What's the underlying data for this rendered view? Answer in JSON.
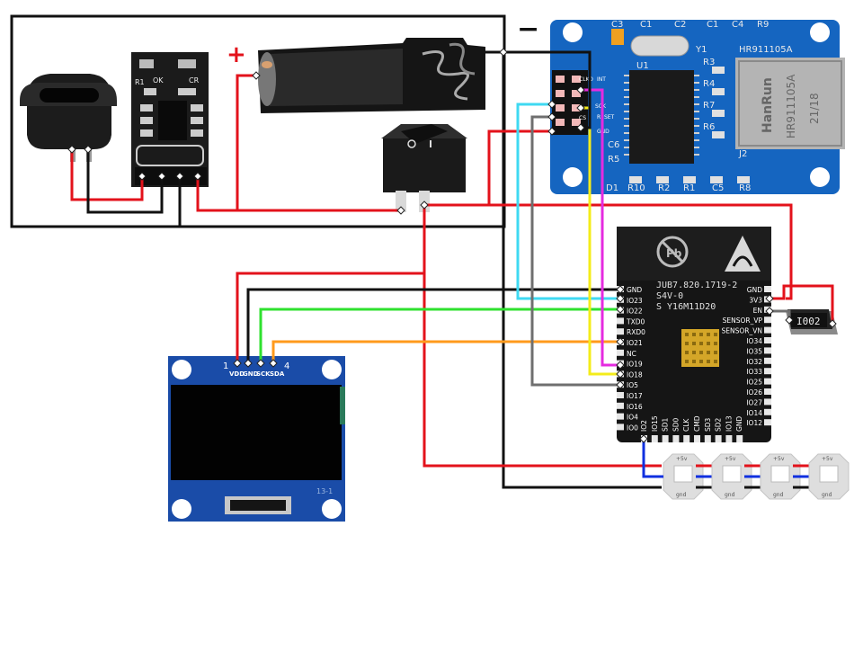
{
  "colors": {
    "red": "#e3121b",
    "black": "#111111",
    "cyan": "#3fd9f2",
    "magenta": "#e52be0",
    "yellow": "#f4ec1a",
    "green": "#2fe12f",
    "orange": "#ff9a1c",
    "gray": "#6f6f6f",
    "blue": "#1030e0",
    "pcb_blue": "#1565c0",
    "esp_black": "#151515"
  },
  "polarity": {
    "plus": "+",
    "minus": "−"
  },
  "charger": {
    "led_labels": [
      "OK",
      "CR"
    ],
    "ref": "R1"
  },
  "ethernet": {
    "top_refs": [
      "C3",
      "C1",
      "C2",
      "C1",
      "C4",
      "R9"
    ],
    "crystal": "Y1",
    "chip_ref": "HR911105A",
    "chip_mark": "U1",
    "right_refs": [
      "R3",
      "R4",
      "R7",
      "R6"
    ],
    "left_refs": [
      "C6",
      "R5"
    ],
    "bottom_refs": [
      "D1",
      "R10",
      "R2",
      "R1",
      "C5",
      "R8"
    ],
    "jack_brand": "HanRun",
    "jack_model": "HR911105A",
    "jack_date": "21/18",
    "jack_ref": "J2",
    "pin_labels": [
      "CLKO",
      "INT",
      "",
      "SCK",
      "RESET",
      "CS",
      "GND",
      ""
    ]
  },
  "esp32": {
    "line1": "JUB7.820.1719-2",
    "line2": "S4V-0",
    "line3": "S Y16M11D20",
    "left_pins": [
      "GND",
      "IO23",
      "IO22",
      "TXD0",
      "RXD0",
      "IO21",
      "NC",
      "IO19",
      "IO18",
      "IO5",
      "IO17",
      "IO16",
      "IO4",
      "IO0"
    ],
    "right_pins": [
      "GND",
      "3V3",
      "EN",
      "SENSOR_VP",
      "SENSOR_VN",
      "IO34",
      "IO35",
      "IO32",
      "IO33",
      "IO25",
      "IO26",
      "IO27",
      "IO14",
      "IO12"
    ],
    "bottom_pins": [
      "IO2",
      "IO15",
      "SD1",
      "SD0",
      "CLK",
      "CMD",
      "SD3",
      "SD2",
      "IO13",
      "GND"
    ]
  },
  "oled": {
    "pin_numbers": [
      "1",
      "4"
    ],
    "pin_labels": [
      "VDD",
      "GND",
      "SCK",
      "SDA"
    ],
    "mark": "13-1"
  },
  "resistor": {
    "code": "I002"
  },
  "leds": {
    "label_a": "gnd",
    "label_b": "+5v",
    "count": 4
  }
}
